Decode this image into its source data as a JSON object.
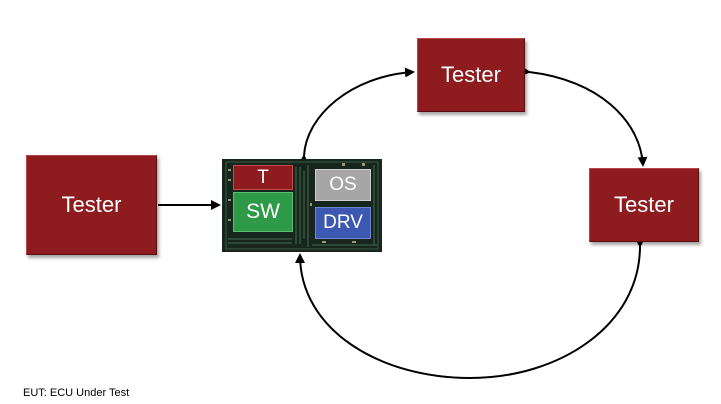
{
  "diagram": {
    "testers": {
      "left": "Tester",
      "top": "Tester",
      "right": "Tester"
    },
    "ecu": {
      "blocks": {
        "t": "T",
        "sw": "SW",
        "os": "OS",
        "drv": "DRV"
      }
    },
    "footnote": "EUT: ECU Under Test"
  },
  "colors": {
    "tester": "#8e1c1f",
    "sw": "#2e9a47",
    "os": "#a6a6a6",
    "drv": "#3d58b0",
    "board": "#17261d"
  }
}
